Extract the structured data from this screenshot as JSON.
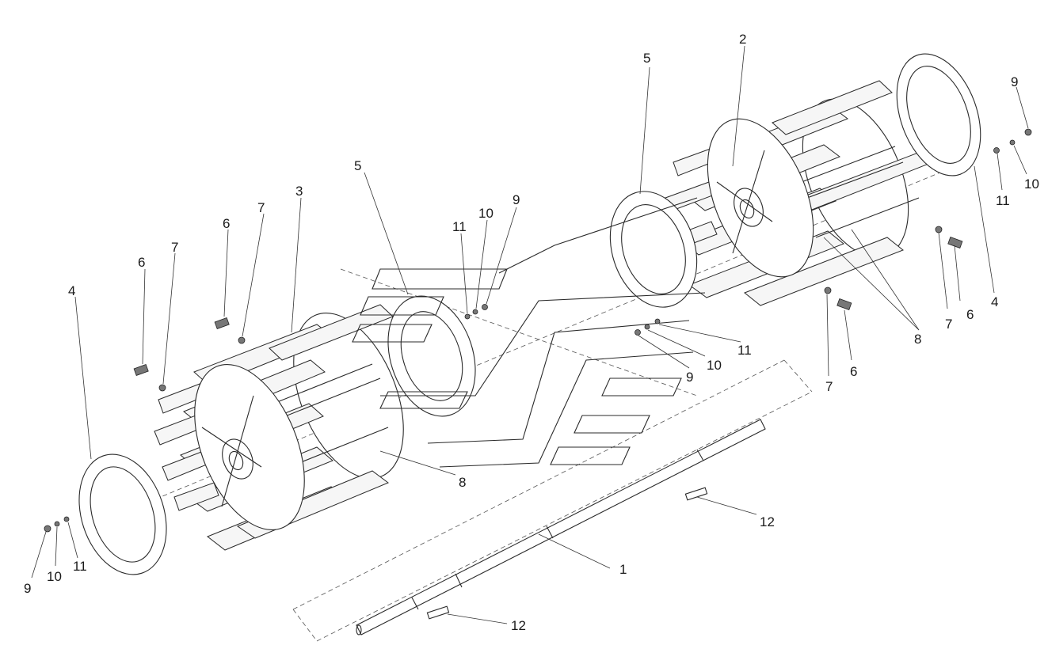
{
  "callouts": [
    {
      "id": "c1",
      "text": "1"
    },
    {
      "id": "c2",
      "text": "2"
    },
    {
      "id": "c3",
      "text": "3"
    },
    {
      "id": "c4a",
      "text": "4"
    },
    {
      "id": "c4b",
      "text": "4"
    },
    {
      "id": "c5a",
      "text": "5"
    },
    {
      "id": "c5b",
      "text": "5"
    },
    {
      "id": "c6a",
      "text": "6"
    },
    {
      "id": "c6b",
      "text": "6"
    },
    {
      "id": "c6c",
      "text": "6"
    },
    {
      "id": "c6d",
      "text": "6"
    },
    {
      "id": "c7a",
      "text": "7"
    },
    {
      "id": "c7b",
      "text": "7"
    },
    {
      "id": "c7c",
      "text": "7"
    },
    {
      "id": "c7d",
      "text": "7"
    },
    {
      "id": "c8a",
      "text": "8"
    },
    {
      "id": "c8b",
      "text": "8"
    },
    {
      "id": "c9a",
      "text": "9"
    },
    {
      "id": "c9b",
      "text": "9"
    },
    {
      "id": "c9c",
      "text": "9"
    },
    {
      "id": "c9d",
      "text": "9"
    },
    {
      "id": "c10a",
      "text": "10"
    },
    {
      "id": "c10b",
      "text": "10"
    },
    {
      "id": "c10c",
      "text": "10"
    },
    {
      "id": "c10d",
      "text": "10"
    },
    {
      "id": "c11a",
      "text": "11"
    },
    {
      "id": "c11b",
      "text": "11"
    },
    {
      "id": "c11c",
      "text": "11"
    },
    {
      "id": "c11d",
      "text": "11"
    },
    {
      "id": "c12a",
      "text": "12"
    },
    {
      "id": "c12b",
      "text": "12"
    }
  ]
}
